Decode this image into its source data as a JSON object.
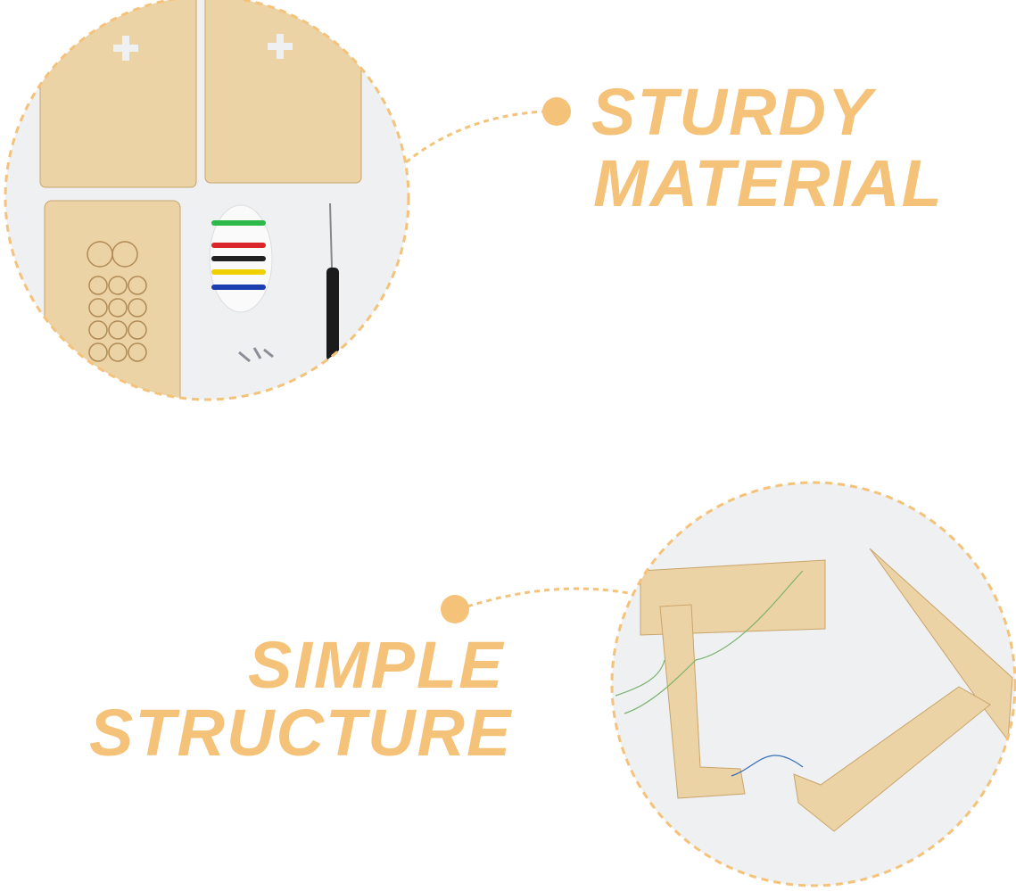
{
  "colors": {
    "accent": "#f5c27a",
    "wood": "#ecd3a6",
    "wood_edge": "#c9a46a",
    "circle_bg": "#eef0f2"
  },
  "features": [
    {
      "line1": "STURDY",
      "line2": "MATERIAL"
    },
    {
      "line1": "SIMPLE",
      "line2": "STRUCTURE"
    }
  ]
}
